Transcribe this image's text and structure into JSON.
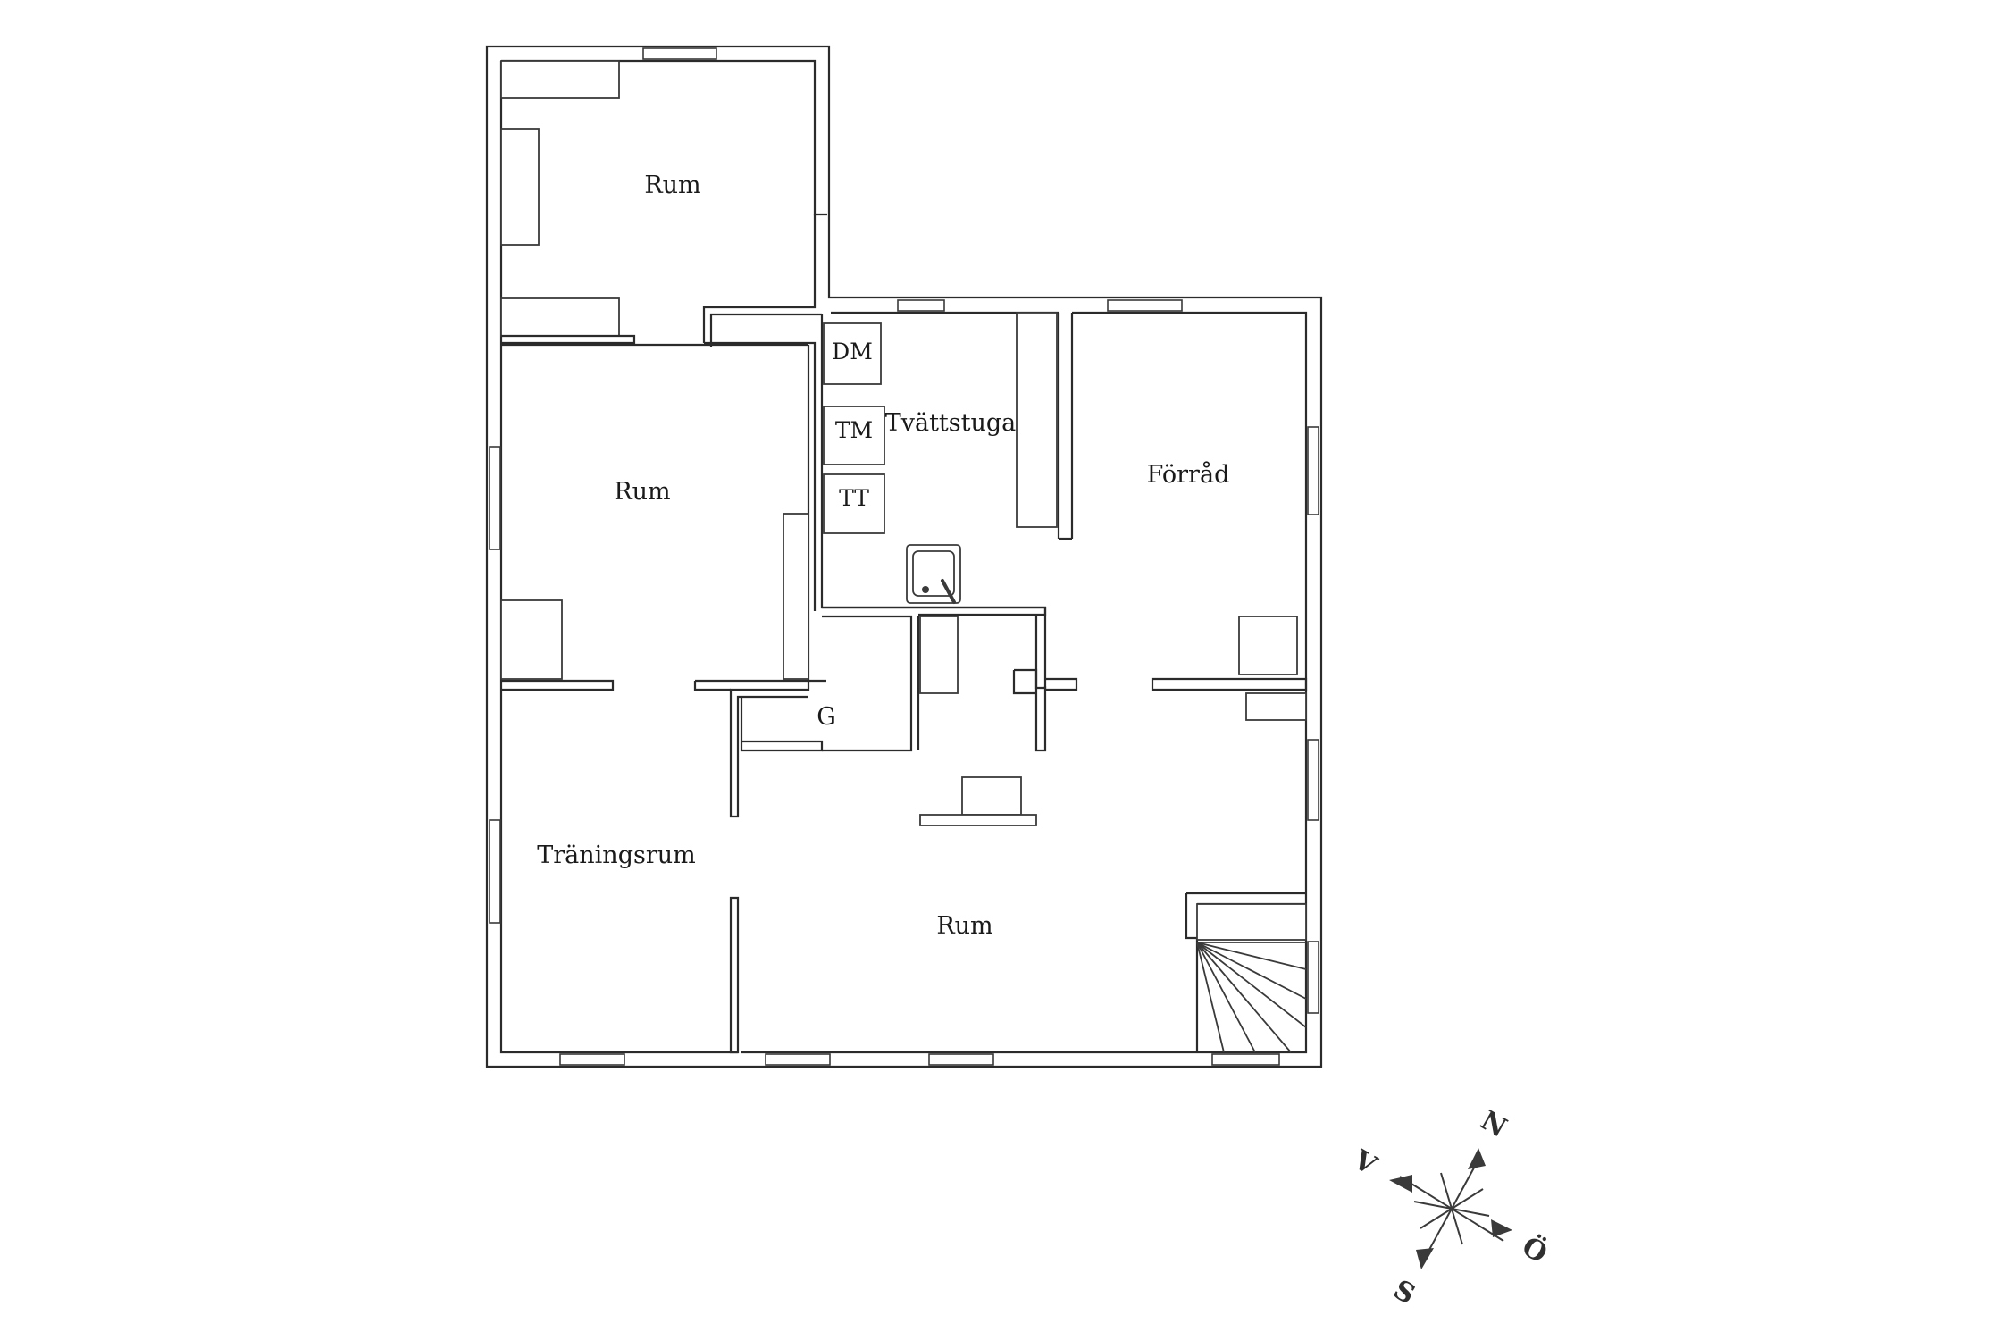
{
  "rooms": {
    "rum_nw": "Rum",
    "rum_w": "Rum",
    "tvattstuga": "Tvättstuga",
    "forrad": "Förråd",
    "traningsrum": "Träningsrum",
    "rum_s": "Rum",
    "g": "G"
  },
  "appliances": {
    "dm": "DM",
    "tm": "TM",
    "tt": "TT"
  },
  "compass": {
    "north": "N",
    "east": "Ö",
    "south": "S",
    "west": "V"
  }
}
